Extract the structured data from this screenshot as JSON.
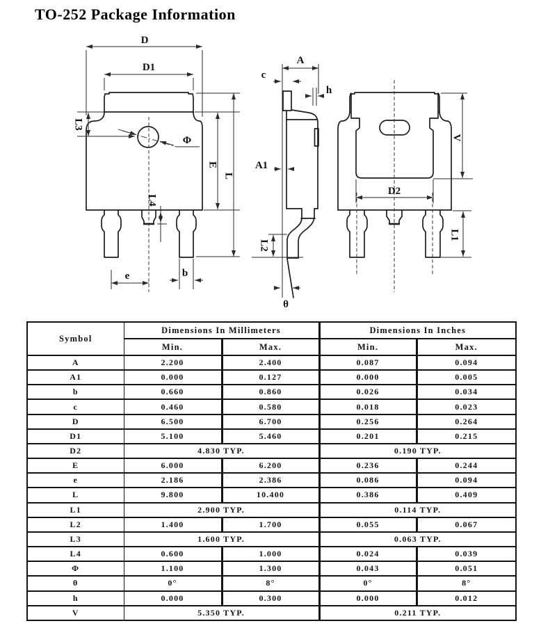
{
  "title": "TO-252 Package Information",
  "drawing": {
    "front": {
      "D": "D",
      "D1": "D1",
      "L3": "L3",
      "phi": "Φ",
      "E": "E",
      "L": "L",
      "L4": "L4",
      "e": "e",
      "b": "b"
    },
    "side": {
      "A": "A",
      "c": "c",
      "h": "h",
      "A1": "A1",
      "L2": "L2",
      "theta": "θ"
    },
    "back": {
      "D2": "D2",
      "V": "V",
      "L1": "L1"
    }
  },
  "table": {
    "header": {
      "symbol": "Symbol",
      "mm": "Dimensions In Millimeters",
      "inches": "Dimensions In Inches",
      "min": "Min.",
      "max": "Max."
    },
    "rows": [
      {
        "symbol": "A",
        "mm_min": "2.200",
        "mm_max": "2.400",
        "in_min": "0.087",
        "in_max": "0.094"
      },
      {
        "symbol": "A1",
        "mm_min": "0.000",
        "mm_max": "0.127",
        "in_min": "0.000",
        "in_max": "0.005"
      },
      {
        "symbol": "b",
        "mm_min": "0.660",
        "mm_max": "0.860",
        "in_min": "0.026",
        "in_max": "0.034"
      },
      {
        "symbol": "c",
        "mm_min": "0.460",
        "mm_max": "0.580",
        "in_min": "0.018",
        "in_max": "0.023"
      },
      {
        "symbol": "D",
        "mm_min": "6.500",
        "mm_max": "6.700",
        "in_min": "0.256",
        "in_max": "0.264"
      },
      {
        "symbol": "D1",
        "mm_min": "5.100",
        "mm_max": "5.460",
        "in_min": "0.201",
        "in_max": "0.215"
      },
      {
        "symbol": "D2",
        "span": true,
        "mm_typ": "4.830 TYP.",
        "in_typ": "0.190 TYP."
      },
      {
        "symbol": "E",
        "mm_min": "6.000",
        "mm_max": "6.200",
        "in_min": "0.236",
        "in_max": "0.244"
      },
      {
        "symbol": "e",
        "mm_min": "2.186",
        "mm_max": "2.386",
        "in_min": "0.086",
        "in_max": "0.094"
      },
      {
        "symbol": "L",
        "mm_min": "9.800",
        "mm_max": "10.400",
        "in_min": "0.386",
        "in_max": "0.409"
      },
      {
        "symbol": "L1",
        "span": true,
        "mm_typ": "2.900 TYP.",
        "in_typ": "0.114 TYP."
      },
      {
        "symbol": "L2",
        "mm_min": "1.400",
        "mm_max": "1.700",
        "in_min": "0.055",
        "in_max": "0.067"
      },
      {
        "symbol": "L3",
        "span": true,
        "mm_typ": "1.600 TYP.",
        "in_typ": "0.063 TYP."
      },
      {
        "symbol": "L4",
        "mm_min": "0.600",
        "mm_max": "1.000",
        "in_min": "0.024",
        "in_max": "0.039"
      },
      {
        "symbol": "Φ",
        "mm_min": "1.100",
        "mm_max": "1.300",
        "in_min": "0.043",
        "in_max": "0.051"
      },
      {
        "symbol": "θ",
        "mm_min": "0°",
        "mm_max": "8°",
        "in_min": "0°",
        "in_max": "8°"
      },
      {
        "symbol": "h",
        "mm_min": "0.000",
        "mm_max": "0.300",
        "in_min": "0.000",
        "in_max": "0.012"
      },
      {
        "symbol": "V",
        "span": true,
        "mm_typ": "5.350 TYP.",
        "in_typ": "0.211 TYP."
      }
    ]
  }
}
